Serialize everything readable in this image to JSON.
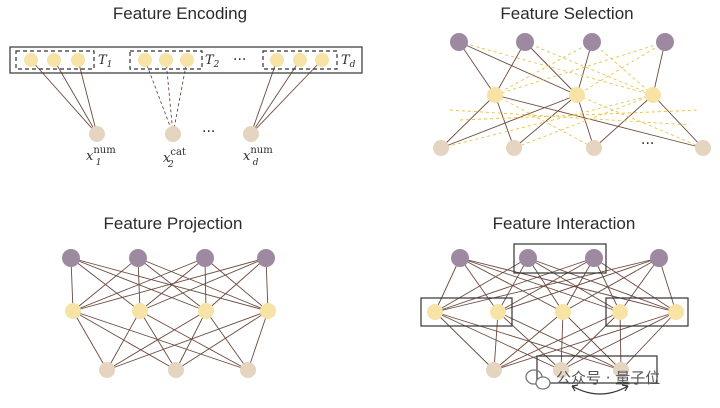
{
  "colors": {
    "purple": "#9d8aa1",
    "yellow": "#f7e3a6",
    "beige": "#e4d4c0",
    "line": "#6b4a3f",
    "dash_yellow": "#e8c34c"
  },
  "panels": {
    "encoding": {
      "title": "Feature Encoding",
      "token_labels": [
        {
          "main": "T",
          "sub": "1"
        },
        {
          "main": "T",
          "sub": "2"
        },
        {
          "main": "T",
          "sub": "d"
        }
      ],
      "ellipsis_top": "···",
      "ellipsis_bottom": "···",
      "inputs": [
        {
          "base": "x",
          "sup": "num",
          "sub": "1"
        },
        {
          "base": "x",
          "sup": "cat",
          "sub": "2"
        },
        {
          "base": "x",
          "sup": "num",
          "sub": "d"
        }
      ]
    },
    "selection": {
      "title": "Feature Selection",
      "ellipsis": "···"
    },
    "projection": {
      "title": "Feature Projection"
    },
    "interaction": {
      "title": "Feature Interaction"
    }
  },
  "watermark": {
    "icon": "wechat-icon",
    "text": "公众号 · 量子位"
  }
}
